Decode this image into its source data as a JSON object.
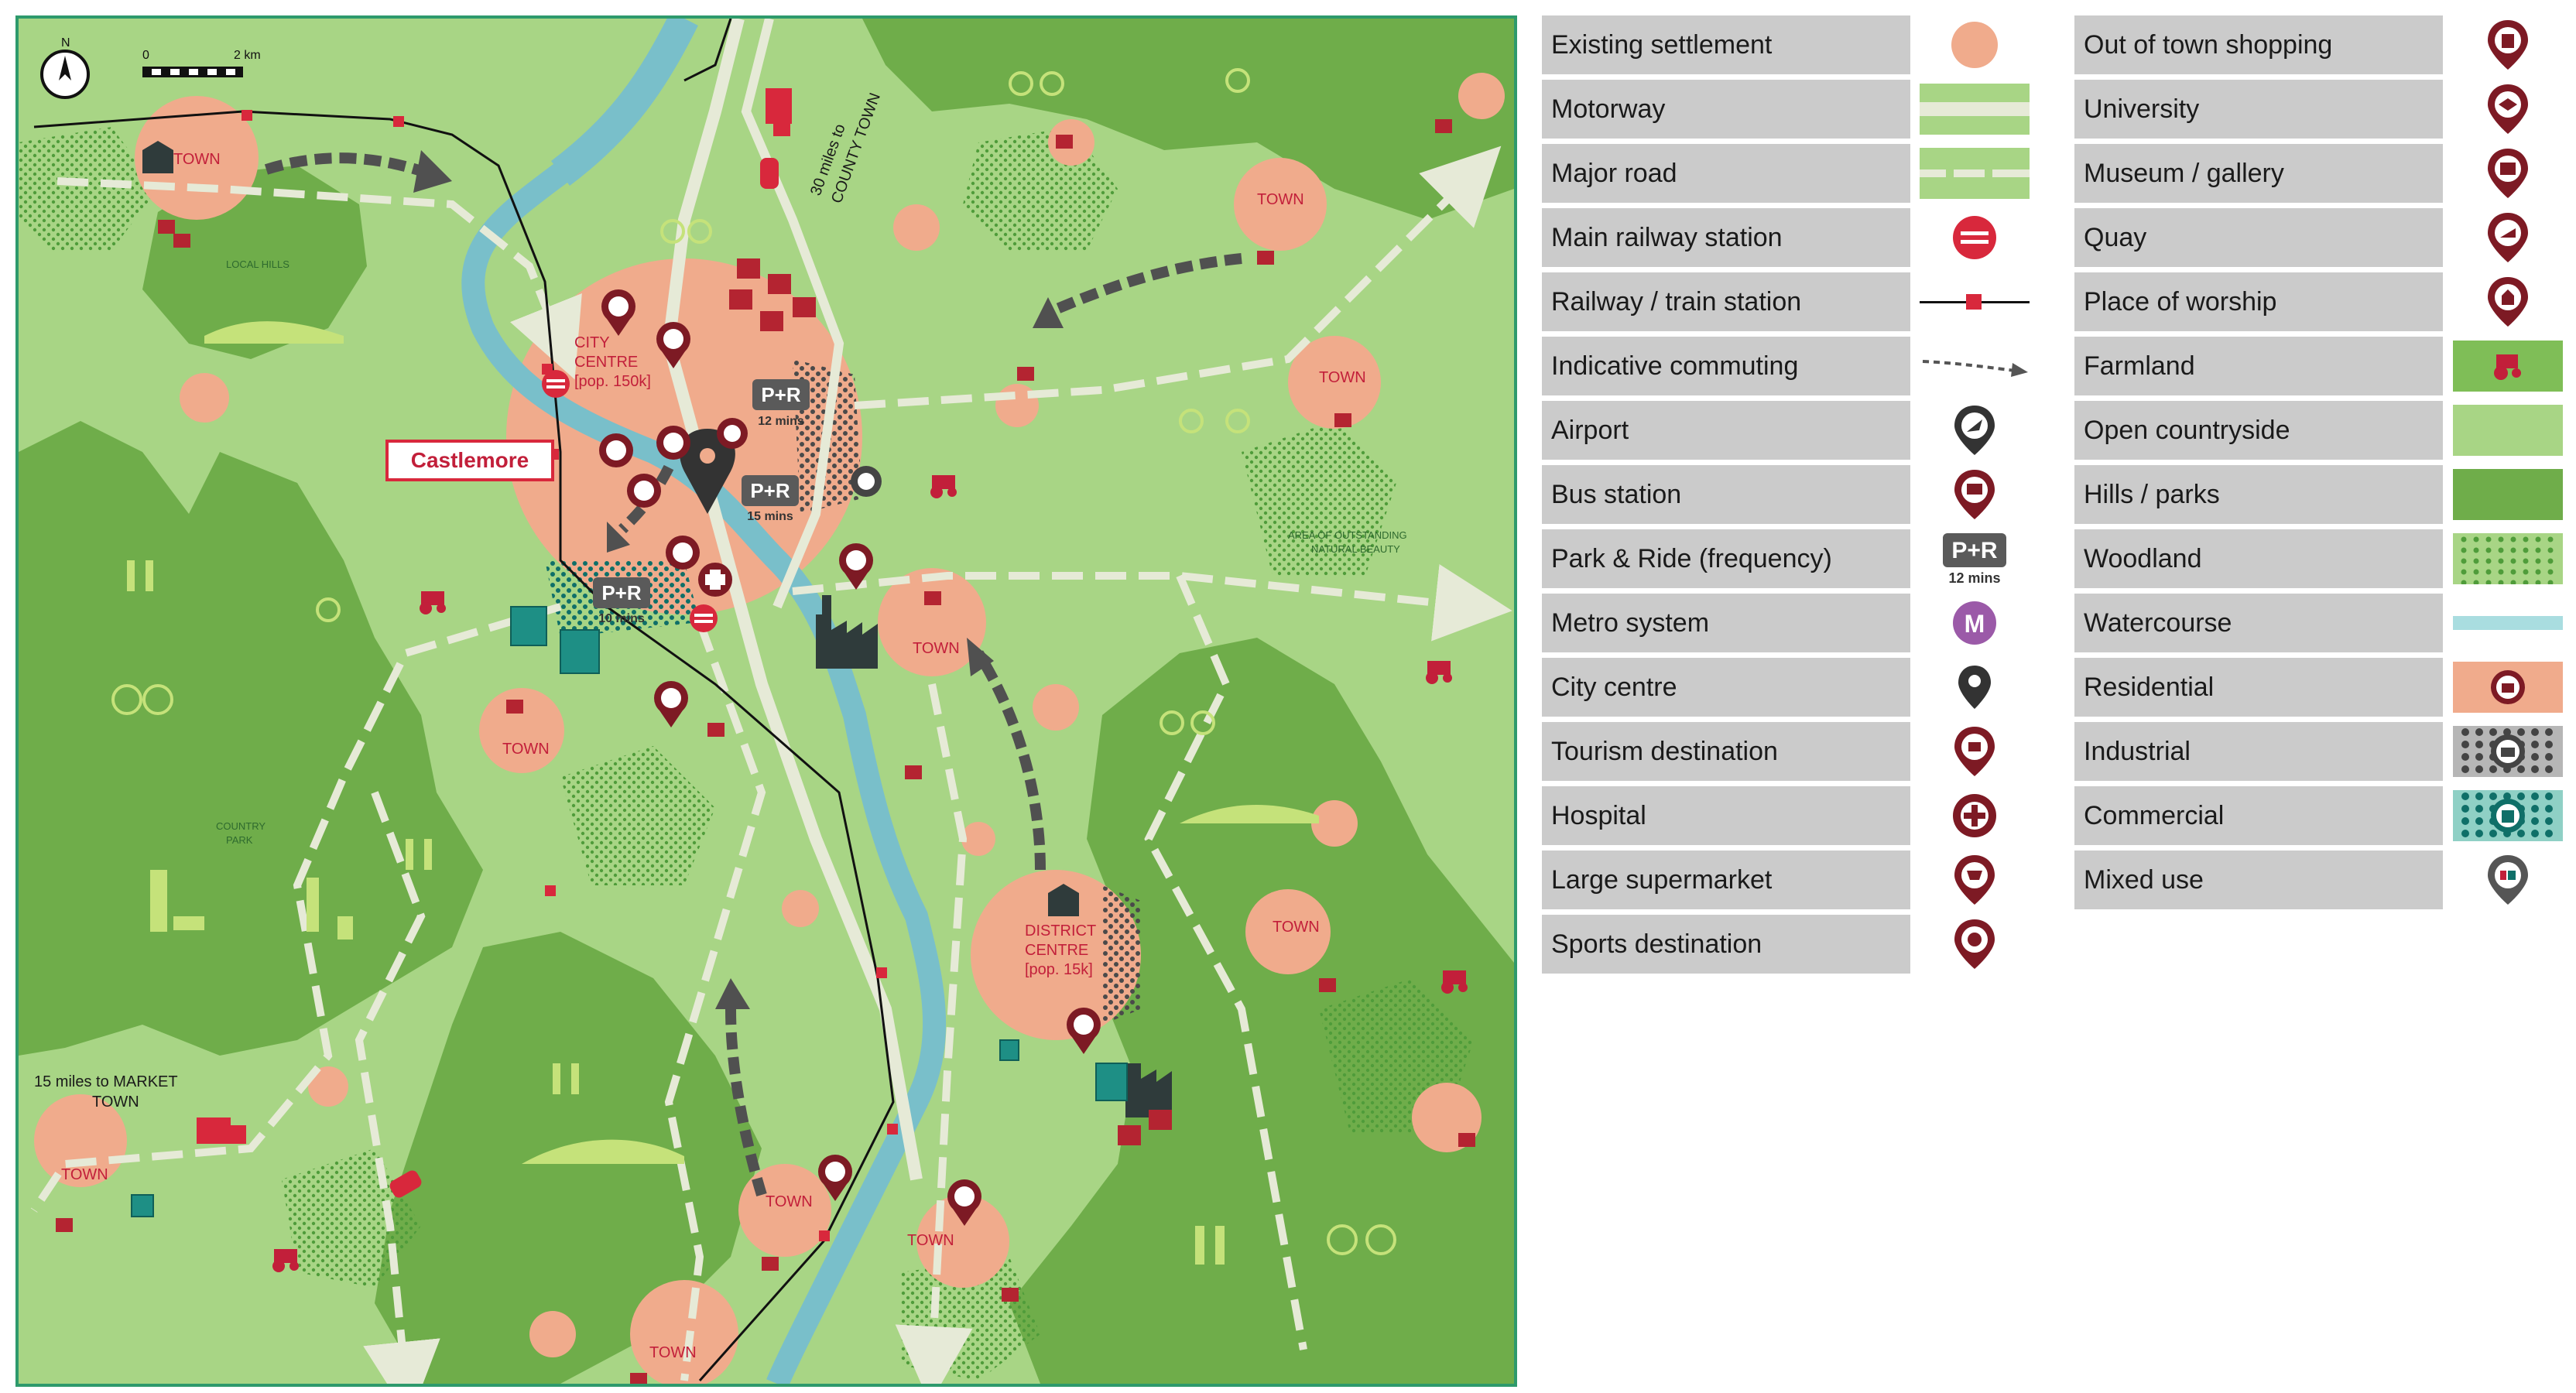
{
  "map": {
    "labels": {
      "castlemore": "Castlemore",
      "city_centre_1": "CITY",
      "city_centre_2": "CENTRE",
      "city_centre_3": "[pop. 150k]",
      "district_centre_1": "DISTRICT",
      "district_centre_2": "CENTRE",
      "district_centre_3": "[pop. 15k]",
      "town": "TOWN",
      "county_town_1": "30 miles to",
      "county_town_2": "COUNTY TOWN",
      "market_town_1": "15 miles to MARKET",
      "market_town_2": "TOWN",
      "local_hills": "LOCAL HILLS",
      "country_park_1": "COUNTRY",
      "country_park_2": "PARK",
      "aonb_1": "AREA OF OUTSTANDING",
      "aonb_2": "NATURAL BEAUTY",
      "pr": "P+R",
      "pr_12": "12 mins",
      "pr_15": "15 mins",
      "pr_10": "10 mins",
      "scale_0": "0",
      "scale_2": "2 km",
      "north": "N"
    },
    "icons": [
      "north-arrow-icon",
      "scale-bar",
      "tractor-icon",
      "tree-icon",
      "walkers-icon",
      "hiker-icon",
      "deer-icon",
      "factory-icon",
      "house-icon",
      "lorry-icon",
      "car-icon",
      "railway-station-icon",
      "map-pin-icon"
    ]
  },
  "legend": {
    "left": [
      {
        "label": "Existing settlement",
        "icon": "settlement-swatch"
      },
      {
        "label": "Motorway",
        "icon": "motorway-swatch"
      },
      {
        "label": "Major road",
        "icon": "major-road-swatch"
      },
      {
        "label": "Main railway station",
        "icon": "rail-station-icon"
      },
      {
        "label": "Railway / train station",
        "icon": "railway-line-swatch"
      },
      {
        "label": "Indicative commuting",
        "icon": "commuting-arrow-icon"
      },
      {
        "label": "Airport",
        "icon": "airport-icon"
      },
      {
        "label": "Bus station",
        "icon": "bus-station-icon"
      },
      {
        "label": "Park & Ride (frequency)",
        "icon": "park-ride-icon"
      },
      {
        "label": "Metro system",
        "icon": "metro-icon"
      },
      {
        "label": "City centre",
        "icon": "city-centre-pin-icon"
      },
      {
        "label": "Tourism destination",
        "icon": "tourism-pin-icon"
      },
      {
        "label": "Hospital",
        "icon": "hospital-icon"
      },
      {
        "label": "Large supermarket",
        "icon": "supermarket-pin-icon"
      },
      {
        "label": "Sports destination",
        "icon": "sports-pin-icon"
      }
    ],
    "right": [
      {
        "label": "Out of town shopping",
        "icon": "shopping-pin-icon"
      },
      {
        "label": "University",
        "icon": "university-pin-icon"
      },
      {
        "label": "Museum / gallery",
        "icon": "museum-pin-icon"
      },
      {
        "label": "Quay",
        "icon": "quay-pin-icon"
      },
      {
        "label": "Place of worship",
        "icon": "worship-pin-icon"
      },
      {
        "label": "Farmland",
        "icon": "farmland-swatch"
      },
      {
        "label": "Open countryside",
        "icon": "open-countryside-swatch"
      },
      {
        "label": "Hills / parks",
        "icon": "hills-parks-swatch"
      },
      {
        "label": "Woodland",
        "icon": "woodland-swatch"
      },
      {
        "label": "Watercourse",
        "icon": "watercourse-swatch"
      },
      {
        "label": "Residential",
        "icon": "residential-swatch"
      },
      {
        "label": "Industrial",
        "icon": "industrial-swatch"
      },
      {
        "label": "Commercial",
        "icon": "commercial-swatch"
      },
      {
        "label": "Mixed use",
        "icon": "mixed-use-pin-icon"
      }
    ],
    "metro_letter": "M",
    "pr_label": "P+R",
    "pr_sub": "12 mins"
  },
  "colors": {
    "open_countryside": "#a8d585",
    "hills": "#6fad4a",
    "settlement": "#f0ab8c",
    "water": "#79bfca",
    "road": "#e6ead7",
    "maroon": "#7d1a24",
    "accent_red": "#d8283c",
    "label_bg": "#cbcbcb",
    "border": "#2e9a6c",
    "industrial": "#555555",
    "commercial": "#0f7c74"
  }
}
